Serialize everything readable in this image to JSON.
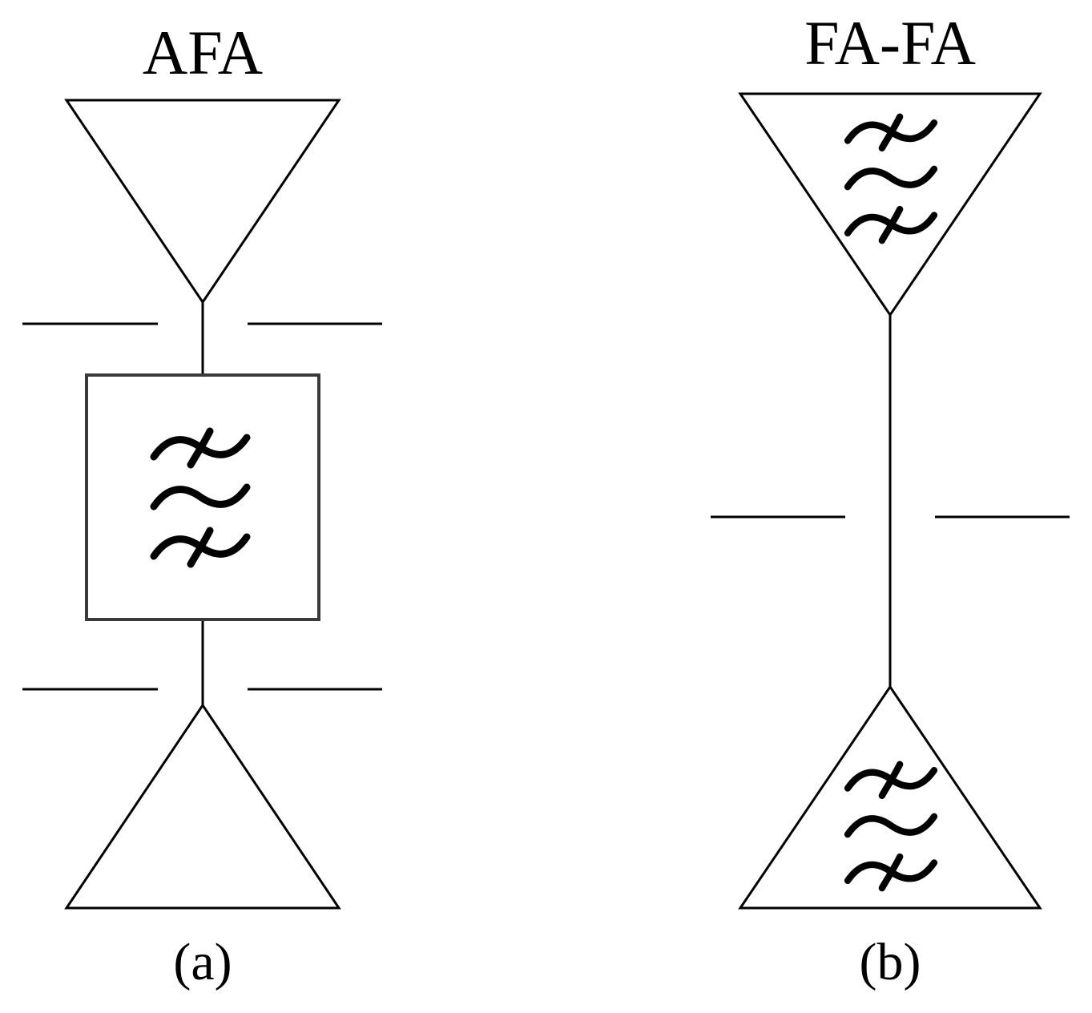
{
  "panel_a": {
    "title": "AFA",
    "caption": "(a)",
    "top_element": "inverted-triangle",
    "middle_element": "filter-box",
    "bottom_element": "upright-triangle",
    "filter_symbol": "filter-icon"
  },
  "panel_b": {
    "title": "FA-FA",
    "caption": "(b)",
    "top_element": "inverted-triangle-with-filter",
    "bottom_element": "upright-triangle-with-filter",
    "filter_symbol": "filter-icon"
  },
  "colors": {
    "line": "#000000",
    "box_outline": "#3a3a3a",
    "background": "#ffffff"
  }
}
